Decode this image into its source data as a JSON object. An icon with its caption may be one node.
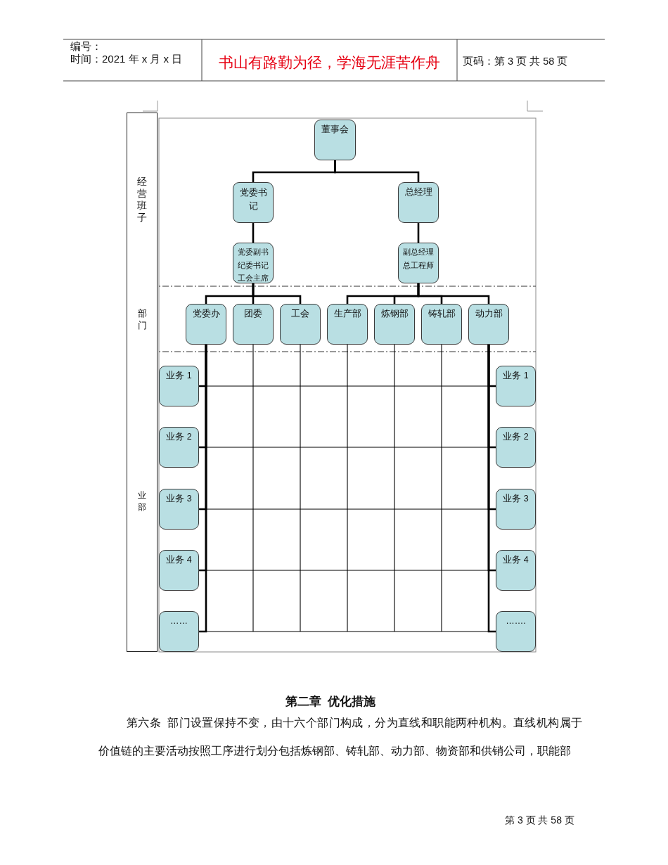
{
  "diagram": {
    "nodes": [
      {
        "text": [
          "经营班子"
        ]
      },
      {
        "text": [
          "董事会"
        ]
      },
      {
        "text": [
          "党委书记"
        ]
      },
      {
        "text": [
          "总经理"
        ]
      },
      {
        "text": [
          "党委副书",
          "纪委书记",
          "工会主席"
        ]
      },
      {
        "text": [
          "副总经理",
          "总工程师"
        ]
      },
      {
        "text": [
          "部门"
        ]
      },
      {
        "text": [
          "党委办"
        ]
      },
      {
        "text": [
          "团委"
        ]
      },
      {
        "text": [
          "工会"
        ]
      },
      {
        "text": [
          "生产部"
        ]
      },
      {
        "text": [
          "炼钢部"
        ]
      },
      {
        "text": [
          "铸轧部"
        ]
      },
      {
        "text": [
          "动力部"
        ]
      },
      {
        "text": [
          "业部"
        ]
      },
      {
        "text": [
          "业务 1"
        ]
      },
      {
        "text": [
          "业务 2"
        ]
      },
      {
        "text": [
          "业务 3"
        ]
      },
      {
        "text": [
          "业务 4"
        ]
      },
      {
        "text": [
          "……"
        ]
      },
      {
        "text": [
          "业务 1"
        ]
      },
      {
        "text": [
          "业务 2"
        ]
      },
      {
        "text": [
          "业务 3"
        ]
      },
      {
        "text": [
          "业务 4"
        ]
      },
      {
        "text": [
          "……."
        ]
      }
    ],
    "edges": [
      {
        "from": 1,
        "to": 2,
        "arrow": "none"
      },
      {
        "from": 1,
        "to": 3,
        "arrow": "none"
      },
      {
        "from": 2,
        "to": 4,
        "arrow": "none"
      },
      {
        "from": 3,
        "to": 5,
        "arrow": "none"
      },
      {
        "from": 4,
        "to": 7,
        "arrow": "none"
      },
      {
        "from": 4,
        "to": 8,
        "arrow": "none"
      },
      {
        "from": 4,
        "to": 9,
        "arrow": "none"
      },
      {
        "from": 5,
        "to": 10,
        "arrow": "none"
      },
      {
        "from": 5,
        "to": 11,
        "arrow": "none"
      },
      {
        "from": 5,
        "to": 12,
        "arrow": "none"
      },
      {
        "from": 5,
        "to": 13,
        "arrow": "none"
      },
      {
        "from": 7,
        "to": 15,
        "arrow": "none"
      },
      {
        "from": 7,
        "to": 16,
        "arrow": "none"
      },
      {
        "from": 7,
        "to": 17,
        "arrow": "none"
      },
      {
        "from": 7,
        "to": 18,
        "arrow": "none"
      },
      {
        "from": 7,
        "to": 19,
        "arrow": "none"
      },
      {
        "from": 13,
        "to": 20,
        "arrow": "none"
      },
      {
        "from": 13,
        "to": 21,
        "arrow": "none"
      },
      {
        "from": 13,
        "to": 22,
        "arrow": "none"
      },
      {
        "from": 13,
        "to": 23,
        "arrow": "none"
      },
      {
        "from": 13,
        "to": 24,
        "arrow": "none"
      },
      {
        "from": 15,
        "to": 20,
        "arrow": "none"
      },
      {
        "from": 16,
        "to": 21,
        "arrow": "none"
      },
      {
        "from": 17,
        "to": 22,
        "arrow": "none"
      },
      {
        "from": 18,
        "to": 23,
        "arrow": "none"
      },
      {
        "from": 19,
        "to": 24,
        "arrow": "none"
      },
      {
        "from": 8,
        "to": null,
        "arrow": "none"
      },
      {
        "from": 9,
        "to": null,
        "arrow": "none"
      },
      {
        "from": 10,
        "to": null,
        "arrow": "none"
      },
      {
        "from": 11,
        "to": null,
        "arrow": "none"
      },
      {
        "from": 12,
        "to": null,
        "arrow": "none"
      }
    ],
    "labels": [
      "编号：",
      "时间：2021 年 x 月 x 日",
      "书山有路勤为径，学海无涯苦作舟",
      "页码：第 3 页 共 58 页",
      "第二章  优化措施",
      "第六条  部门设置保持不变，由十六个部门构成，分为直线和职能两种机构。直线机构属于价值链的主要活动按照工序进行划分包括炼钢部、铸轧部、动力部、物资部和供销公司，职能部",
      "第 3 页 共 58 页"
    ]
  }
}
